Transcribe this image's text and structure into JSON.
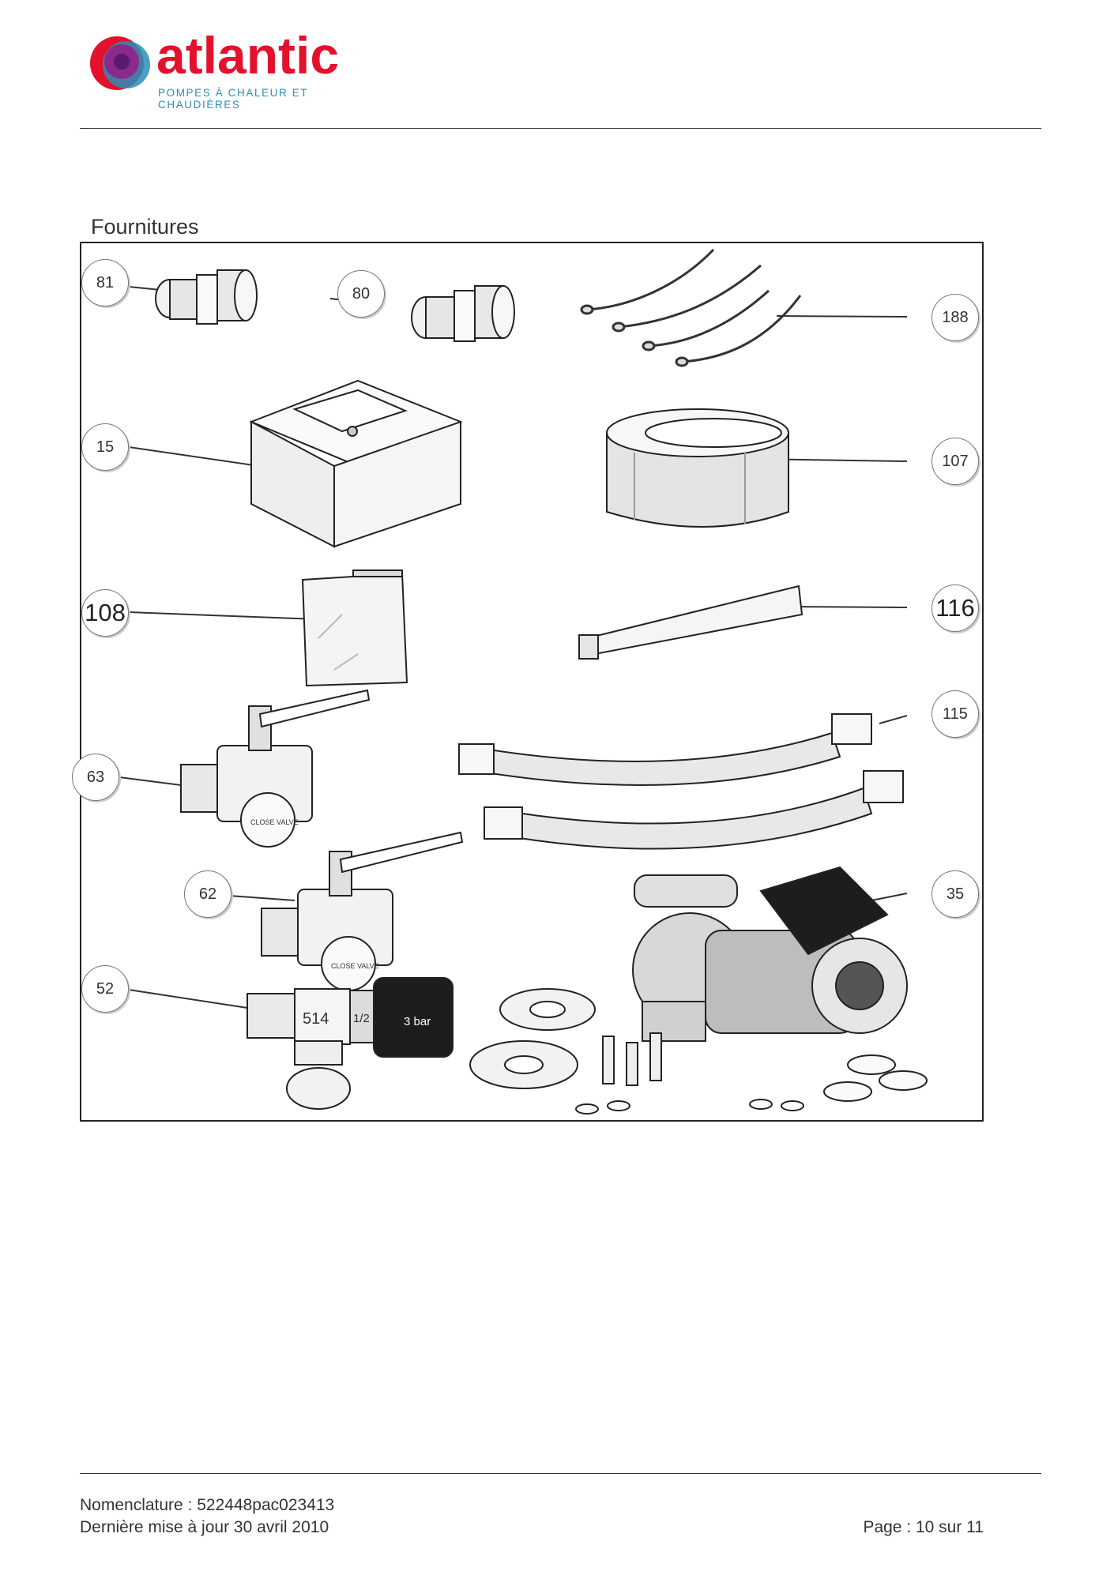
{
  "header": {
    "logo_word": "atlantic",
    "logo_tagline": "POMPES À CHALEUR ET CHAUDIÈRES",
    "brand_red": "#e2122d",
    "brand_blue": "#2a8fb8"
  },
  "section": {
    "title": "Fournitures"
  },
  "figure": {
    "callouts": {
      "c81": "81",
      "c80": "80",
      "c188": "188",
      "c15": "15",
      "c107": "107",
      "c108": "108",
      "c116": "116",
      "c63": "63",
      "c115": "115",
      "c62": "62",
      "c35": "35",
      "c52": "52"
    },
    "component_labels": {
      "valve_pressure": "3 bar",
      "valve_code": "514",
      "valve_size": "1/2",
      "ball_valve_label": "CLOSE VALVE"
    }
  },
  "footer": {
    "nomenclature": "Nomenclature : 522448pac023413",
    "updated": "Dernière mise à jour 30 avril 2010",
    "page": "Page : 10 sur 11"
  }
}
